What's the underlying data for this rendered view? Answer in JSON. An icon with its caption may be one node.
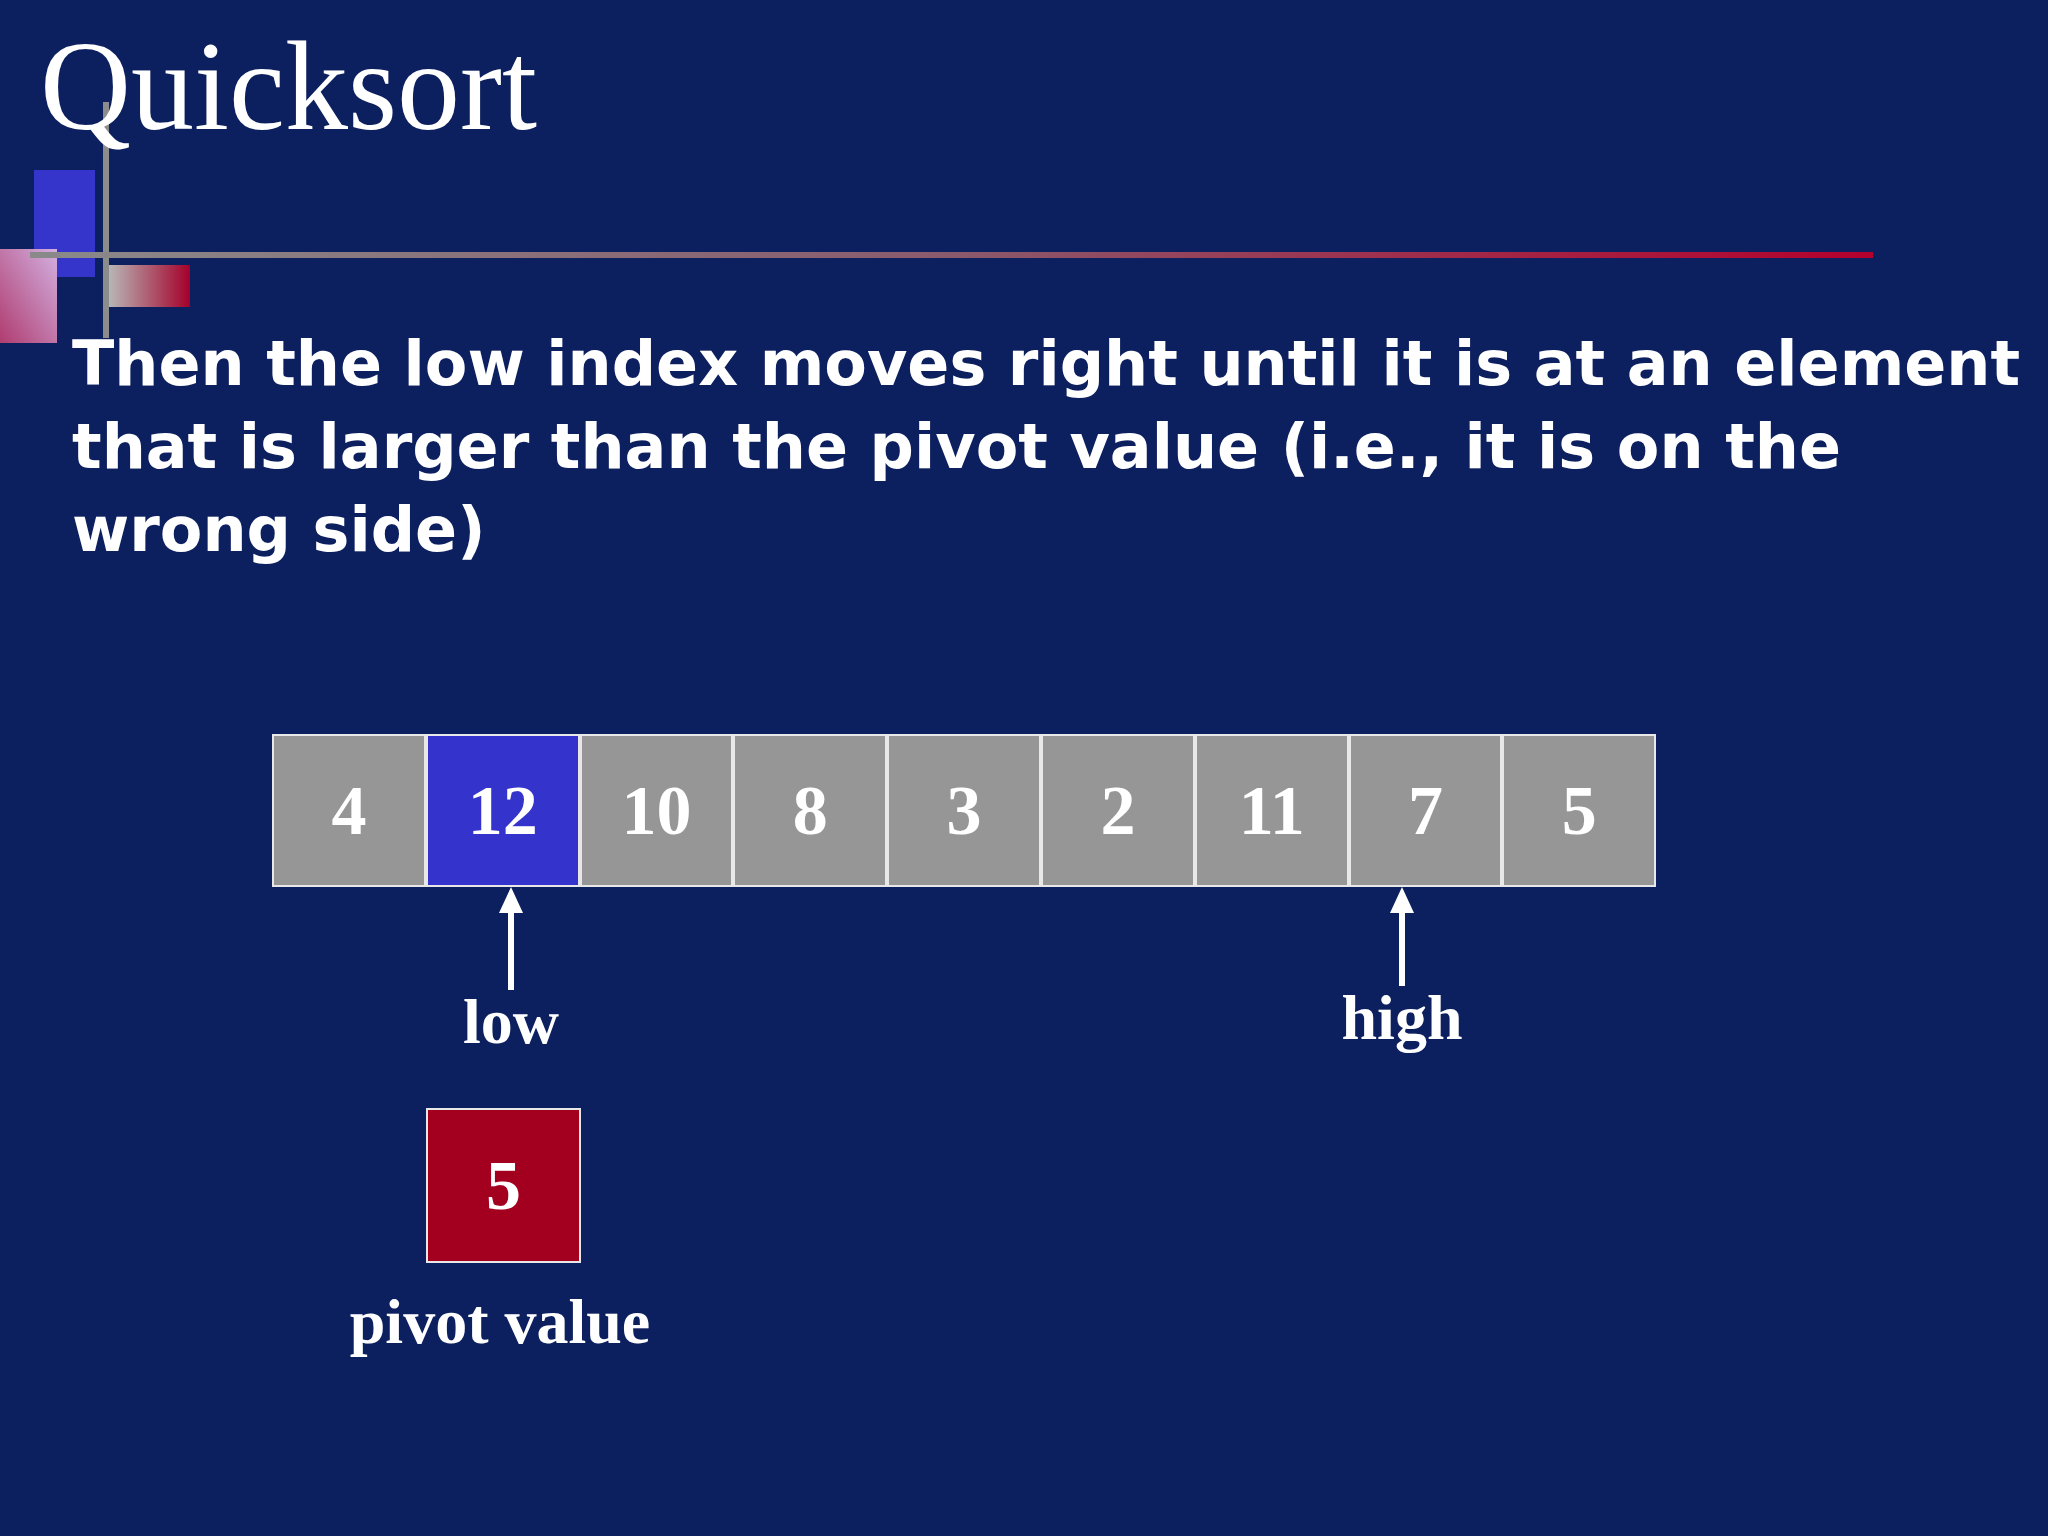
{
  "diagram": {
    "title": "Quicksort",
    "nodes": [
      {
        "text": [
          "4"
        ]
      },
      {
        "text": [
          "12"
        ]
      },
      {
        "text": [
          "10"
        ]
      },
      {
        "text": [
          "8"
        ]
      },
      {
        "text": [
          "3"
        ]
      },
      {
        "text": [
          "2"
        ]
      },
      {
        "text": [
          "11"
        ]
      },
      {
        "text": [
          "7"
        ]
      },
      {
        "text": [
          "5"
        ]
      },
      {
        "text": [
          "low"
        ]
      },
      {
        "text": [
          "high"
        ]
      },
      {
        "text": [
          "5"
        ],
        "beside": [
          "pivot value"
        ]
      }
    ],
    "edges": [
      {
        "from": 9,
        "to": 1,
        "arrow": "to"
      },
      {
        "from": 10,
        "to": 7,
        "arrow": "to"
      }
    ],
    "labels": [
      "Then the low index moves right until it is at an element that is larger than the pivot value (i.e., it is on the wrong side)"
    ]
  }
}
